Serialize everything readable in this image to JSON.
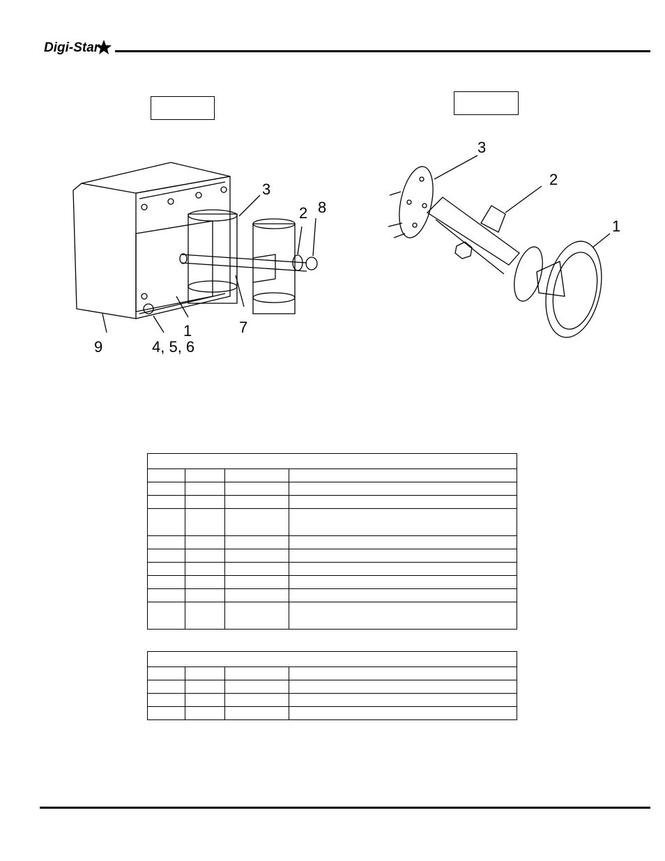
{
  "header": {
    "brand": "Digi-Star"
  },
  "figure_left": {
    "caption": "",
    "callouts": [
      "3",
      "2",
      "8",
      "1",
      "7",
      "9",
      "4, 5, 6"
    ]
  },
  "figure_right": {
    "caption": "",
    "callouts": [
      "3",
      "2",
      "1"
    ]
  },
  "table1": {
    "title": "",
    "rows": [
      [
        "",
        "",
        "",
        ""
      ],
      [
        "",
        "",
        "",
        ""
      ],
      [
        "",
        "",
        "",
        ""
      ],
      [
        "",
        "",
        "",
        ""
      ],
      [
        "",
        "",
        "",
        ""
      ],
      [
        "",
        "",
        "",
        ""
      ],
      [
        "",
        "",
        "",
        ""
      ],
      [
        "",
        "",
        "",
        ""
      ],
      [
        "",
        "",
        "",
        ""
      ],
      [
        "",
        "",
        "",
        ""
      ]
    ]
  },
  "table2": {
    "title": "",
    "rows": [
      [
        "",
        "",
        "",
        ""
      ],
      [
        "",
        "",
        "",
        ""
      ],
      [
        "",
        "",
        "",
        ""
      ],
      [
        "",
        "",
        "",
        ""
      ]
    ]
  }
}
